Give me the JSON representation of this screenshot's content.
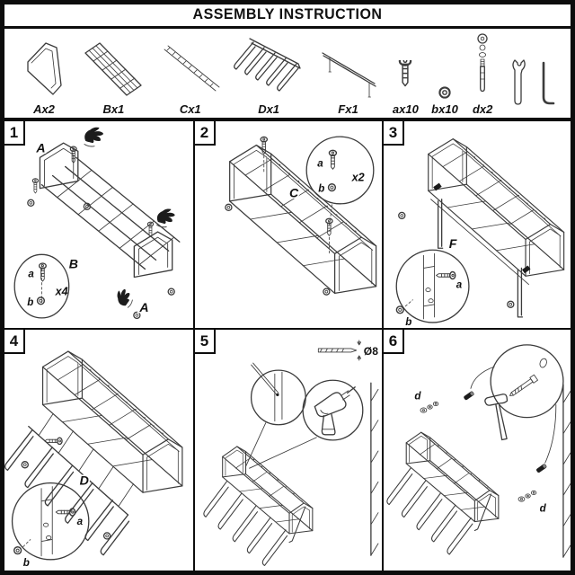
{
  "title": "ASSEMBLY INSTRUCTION",
  "colors": {
    "line": "#3c3c3c",
    "border": "#0d0d0d",
    "background": "#ffffff"
  },
  "parts": [
    {
      "label": "Ax2",
      "name": "side-frame-panel"
    },
    {
      "label": "Bx1",
      "name": "wire-grid-shelf"
    },
    {
      "label": "Cx1",
      "name": "perforated-strip"
    },
    {
      "label": "Dx1",
      "name": "hook-comb-rack"
    },
    {
      "label": "Fx1",
      "name": "support-rail"
    },
    {
      "label": "ax10",
      "name": "screw"
    },
    {
      "label": "bx10",
      "name": "cap-nut"
    },
    {
      "label": "dx2",
      "name": "expansion-anchor-bolt"
    }
  ],
  "tools": [
    {
      "name": "wrench"
    },
    {
      "name": "hex-key"
    }
  ],
  "steps": [
    {
      "number": "1",
      "labels": {
        "frame_top": "A",
        "shelf": "B",
        "frame_bottom": "A"
      },
      "callout": {
        "a": "a",
        "b": "b",
        "qty": "x4"
      }
    },
    {
      "number": "2",
      "labels": {
        "strip": "C"
      },
      "callout": {
        "a": "a",
        "b": "b",
        "qty": "x2"
      }
    },
    {
      "number": "3",
      "labels": {
        "rail": "F"
      },
      "callout": {
        "a": "a",
        "b": "b"
      }
    },
    {
      "number": "4",
      "labels": {
        "rack": "D"
      },
      "callout": {
        "a": "a",
        "b": "b"
      }
    },
    {
      "number": "5",
      "annotation": {
        "drill_diameter": "Ø8"
      }
    },
    {
      "number": "6",
      "labels": {
        "anchor_left": "d",
        "anchor_right": "d"
      }
    }
  ]
}
